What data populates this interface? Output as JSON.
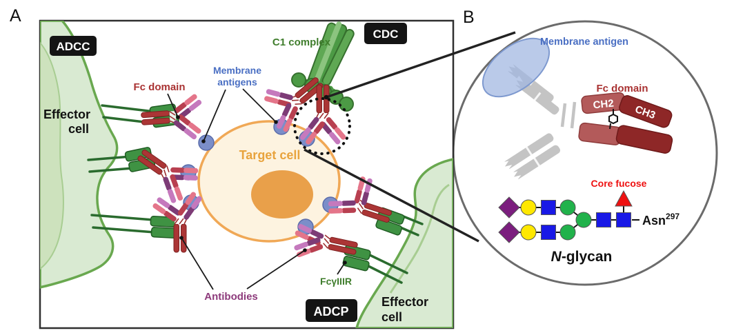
{
  "figure": {
    "panel_a": {
      "letter": "A",
      "badges": {
        "adcc": "ADCC",
        "cdc": "CDC",
        "adcp": "ADCP"
      },
      "labels": {
        "effector_cell_left": {
          "line1": "Effector",
          "line2": "cell"
        },
        "effector_cell_right": {
          "line1": "Effector",
          "line2": "cell"
        },
        "fc_domain": "Fc domain",
        "membrane_antigens": {
          "line1": "Membrane",
          "line2": "antigens"
        },
        "c1_complex": "C1 complex",
        "target_cell": "Target cell",
        "antibodies": "Antibodies",
        "fc_gamma_riii": "FcγIIIR"
      }
    },
    "panel_b": {
      "letter": "B",
      "labels": {
        "membrane_antigen": "Membrane antigen",
        "fc_domain": "Fc domain",
        "ch2": "CH2",
        "ch3": "CH3",
        "core_fucose": "Core fucose",
        "asn_base": "Asn",
        "asn_sup": "297",
        "n_glycan_prefix": "N",
        "n_glycan_suffix": "-glycan"
      },
      "glycan": {
        "type": "biantennary N-glycan",
        "branches": 2,
        "branch_sequence_outer_to_inner": [
          "purple-diamond",
          "yellow-circle",
          "blue-square",
          "green-circle"
        ],
        "core_inner_to_asn": [
          "green-circle",
          "blue-square",
          "blue-square"
        ],
        "core_fucose": "red-triangle on innermost blue-square",
        "attachment_residue": "Asn297"
      }
    },
    "colors": {
      "effector_cell_fill": "#d9ead2",
      "effector_cell_inner": "#cde2bd",
      "effector_cell_stroke": "#69a84f",
      "target_cell_fill": "#fdf3e0",
      "target_cell_stroke": "#f0a856",
      "nucleus_fill": "#e9a04a",
      "antigen_blue": "#7b8ec9",
      "antibody_red": "#ab3535",
      "arm_red": "#b84050",
      "arm_pink": "#e4758a",
      "arm_purple": "#7d3b76",
      "arm_lavender": "#c579bd",
      "receptor_green": "#3f9243",
      "c1_green": "#4c9a45",
      "badge_bg": "#141414",
      "label_blue": "#4a6fc3",
      "label_red": "#a93232",
      "label_green": "#3f7d2c",
      "label_orange": "#e8a33d",
      "label_purple": "#8d3a7b",
      "glycan_purple": "#7b1e7e",
      "glycan_yellow": "#ffe800",
      "glycan_blue": "#1919e6",
      "glycan_green": "#21b24b",
      "glycan_red": "#ee1111",
      "fc_ch2_fill": "#b35a5a",
      "fc_ch3_fill": "#8e2727",
      "gray_antibody": "#c4c4c4"
    }
  }
}
